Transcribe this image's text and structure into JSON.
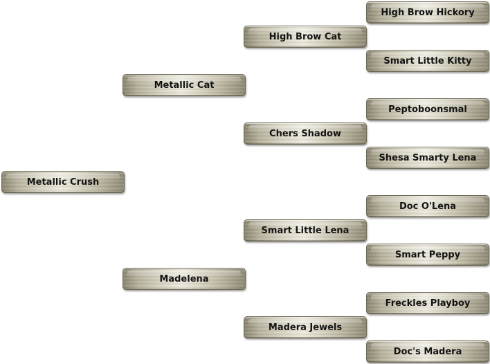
{
  "pedigree": {
    "subject": "Metallic Crush",
    "sire": {
      "name": "Metallic Cat",
      "sire": {
        "name": "High Brow Cat",
        "sire": "High Brow Hickory",
        "dam": "Smart Little Kitty"
      },
      "dam": {
        "name": "Chers Shadow",
        "sire": "Peptoboonsmal",
        "dam": "Shesa Smarty Lena"
      }
    },
    "dam": {
      "name": "Madelena",
      "sire": {
        "name": "Smart Little Lena",
        "sire": "Doc O'Lena",
        "dam": "Smart Peppy"
      },
      "dam": {
        "name": "Madera Jewels",
        "sire": "Freckles Playboy",
        "dam": "Doc's Madera"
      }
    }
  }
}
